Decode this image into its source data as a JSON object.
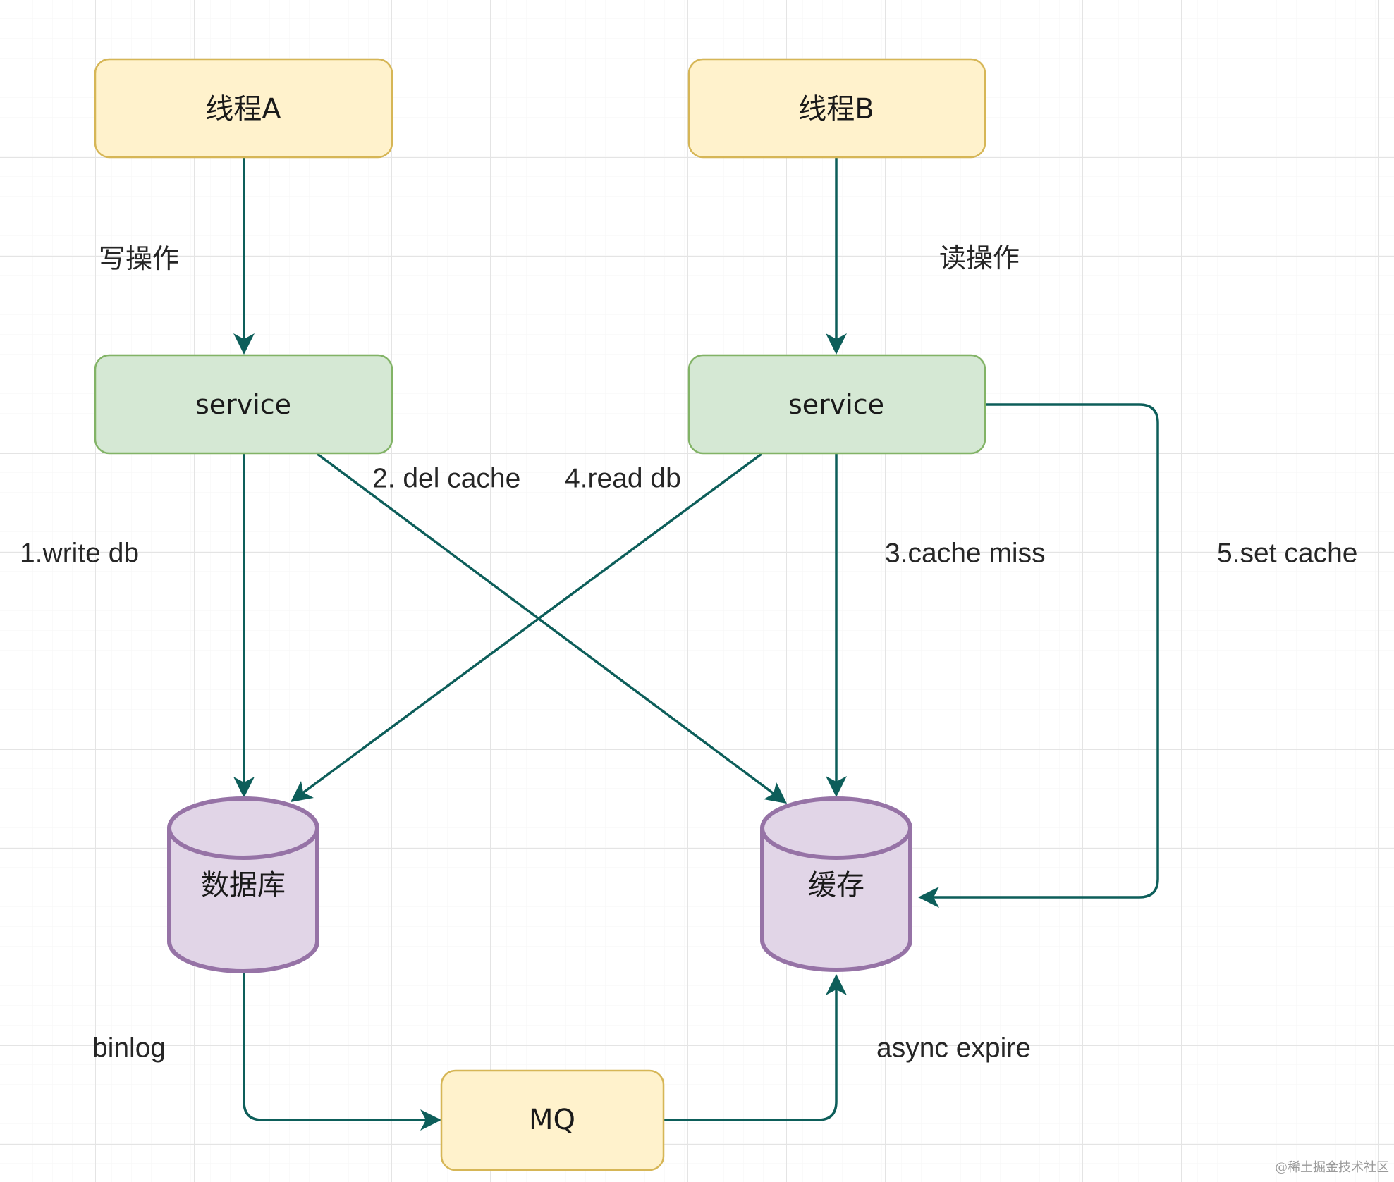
{
  "diagram": {
    "colors": {
      "edge": "#0d5e5a",
      "thread_fill": "#fff2cc",
      "thread_stroke": "#d6b656",
      "service_fill": "#d5e8d4",
      "service_stroke": "#82b366",
      "store_fill": "#e1d5e7",
      "store_stroke": "#9673a6",
      "grid": "#e6e6e6"
    },
    "nodes": {
      "thread_a": {
        "label": "线程A",
        "shape": "rounded-rectangle"
      },
      "thread_b": {
        "label": "线程B",
        "shape": "rounded-rectangle"
      },
      "service_a": {
        "label": "service",
        "shape": "rounded-rectangle"
      },
      "service_b": {
        "label": "service",
        "shape": "rounded-rectangle"
      },
      "database": {
        "label": "数据库",
        "shape": "cylinder"
      },
      "cache": {
        "label": "缓存",
        "shape": "cylinder"
      },
      "mq": {
        "label": "MQ",
        "shape": "rounded-rectangle"
      }
    },
    "edges": [
      {
        "id": "a-to-service",
        "from": "thread_a",
        "to": "service_a",
        "label": "写操作"
      },
      {
        "id": "b-to-service",
        "from": "thread_b",
        "to": "service_b",
        "label": "读操作"
      },
      {
        "id": "write-db",
        "from": "service_a",
        "to": "database",
        "label": "1.write db"
      },
      {
        "id": "del-cache",
        "from": "service_a",
        "to": "cache",
        "label": "2. del cache"
      },
      {
        "id": "cache-miss",
        "from": "service_b",
        "to": "cache",
        "label": "3.cache miss"
      },
      {
        "id": "read-db",
        "from": "service_b",
        "to": "database",
        "label": "4.read db"
      },
      {
        "id": "set-cache",
        "from": "service_b",
        "to": "cache",
        "label": "5.set cache"
      },
      {
        "id": "binlog",
        "from": "database",
        "to": "mq",
        "label": "binlog"
      },
      {
        "id": "async-expire",
        "from": "mq",
        "to": "cache",
        "label": "async expire"
      }
    ],
    "watermark": "@稀土掘金技术社区"
  }
}
